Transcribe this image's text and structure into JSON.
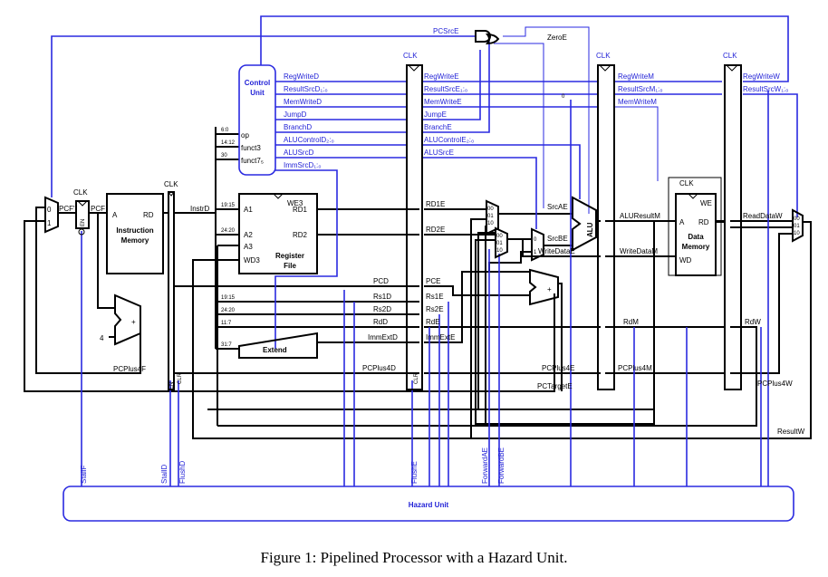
{
  "caption": "Figure 1: Pipelined Processor with a Hazard Unit.",
  "clock_label": "CLK",
  "control_unit": {
    "title_1": "Control",
    "title_2": "Unit",
    "inputs": [
      "op",
      "funct3",
      "funct7₅"
    ],
    "outputs": [
      "RegWriteD",
      "ResultSrcD₁:₀",
      "MemWriteD",
      "JumpD",
      "BranchD",
      "ALUControlD₂:₀",
      "ALUSrcD",
      "ImmSrcD₁:₀"
    ]
  },
  "execute_signals": [
    "RegWriteE",
    "ResultSrcE₁:₀",
    "MemWriteE",
    "JumpE",
    "BranchE",
    "ALUControlE₂:₀",
    "ALUSrcE"
  ],
  "memory_signals": [
    "RegWriteM",
    "ResultSrcM₁:₀",
    "MemWriteM"
  ],
  "writeback_signals": [
    "RegWriteW",
    "ResultSrcW₁:₀"
  ],
  "pcsrc": "PCSrcE",
  "zero": "ZeroE",
  "bit_fields": [
    "6:0",
    "14:12",
    "30",
    "19:15",
    "24:20",
    "11:7",
    "31:7"
  ],
  "instr_memory": {
    "title_1": "Instruction",
    "title_2": "Memory",
    "port_a": "A",
    "port_rd": "RD"
  },
  "register_file": {
    "we": "WE3",
    "a1": "A1",
    "a2": "A2",
    "a3": "A3",
    "wd": "WD3",
    "rd1": "RD1",
    "rd2": "RD2",
    "title_1": "Register",
    "title_2": "File"
  },
  "data_memory": {
    "we": "WE",
    "a": "A",
    "rd": "RD",
    "wd": "WD",
    "title_1": "Data",
    "title_2": "Memory"
  },
  "alu": "ALU",
  "extend": "Extend",
  "adder_const": "4",
  "adder_sign": "+",
  "mux_labels": {
    "zero": "0",
    "one": "1",
    "m00": "00",
    "m01": "01",
    "m10": "10"
  },
  "enable": "EN",
  "clear": "CLR",
  "wires": {
    "pcf_prime": "PCF'",
    "pcf": "PCF",
    "instrd": "InstrD",
    "rd1e": "RD1E",
    "rd2e": "RD2E",
    "srcae": "SrcAE",
    "srcbe": "SrcBE",
    "writedatae": "WriteDataE",
    "aluresultm": "ALUResultM",
    "writedatam": "WriteDataM",
    "readdataw": "ReadDataW",
    "pcd": "PCD",
    "pce": "PCE",
    "rs1d": "Rs1D",
    "rs1e": "Rs1E",
    "rs2d": "Rs2D",
    "rs2e": "Rs2E",
    "rdd": "RdD",
    "rde": "RdE",
    "rdm": "RdM",
    "rdw": "RdW",
    "immextd": "ImmExtD",
    "immexte": "ImmExtE",
    "pcplus4f": "PCPlus4F",
    "pcplus4d": "PCPlus4D",
    "pcplus4e": "PCPlus4E",
    "pcplus4m": "PCPlus4M",
    "pcplus4w": "PCPlus4W",
    "pctargete": "PCTargetE",
    "resultw": "ResultW",
    "zero_small": "0"
  },
  "hazard": {
    "title": "Hazard Unit",
    "signals": [
      "StallF",
      "StallD",
      "FlushD",
      "FlushE",
      "ForwardAE",
      "ForwardBE"
    ]
  }
}
